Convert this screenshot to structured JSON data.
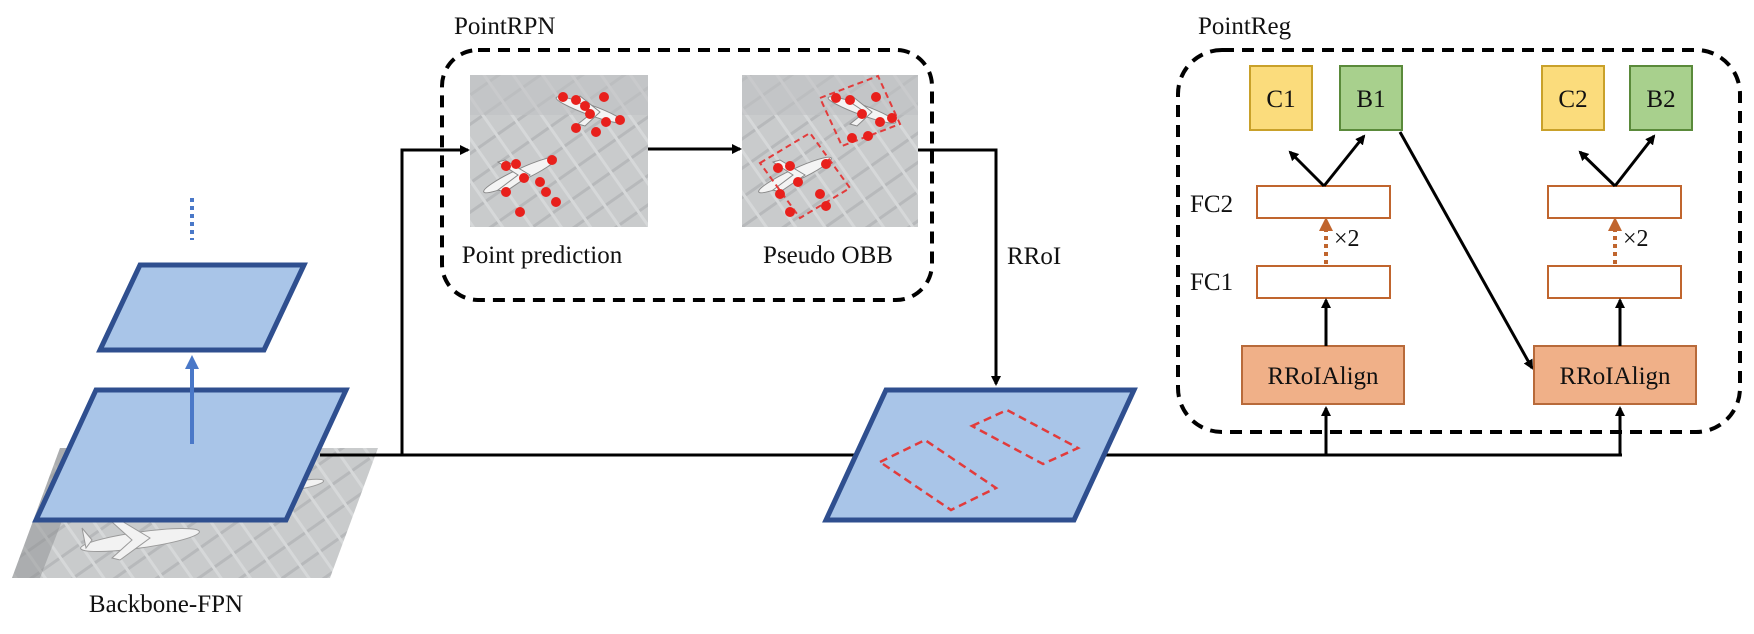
{
  "labels": {
    "backbone": "Backbone-FPN",
    "pointrpn": "PointRPN",
    "pointreg": "PointReg",
    "point_prediction": "Point prediction",
    "pseudo_obb": "Pseudo OBB",
    "rroi": "RRoI",
    "fc1": "FC1",
    "fc2": "FC2",
    "times2_a": "×2",
    "times2_b": "×2",
    "c1": "C1",
    "b1": "B1",
    "c2": "C2",
    "b2": "B2",
    "rroialign_1": "RRoIAlign",
    "rroialign_2": "RRoIAlign"
  },
  "colors": {
    "fpn_fill": "#a9c5e8",
    "fpn_stroke": "#2f4f8f",
    "arrow_blue": "#4a78c8",
    "cls_fill": "#fbdc7c",
    "cls_stroke": "#c9a12a",
    "box_fill": "#a8d08d",
    "box_stroke": "#5a8a3a",
    "align_fill": "#f0b088",
    "align_stroke": "#b86a3a",
    "fc_stroke": "#c0652e",
    "dashed_red": "#e23b3b",
    "dot_red": "#e8201c"
  },
  "icons": [
    "aerial-airport-image",
    "keypoint-dot",
    "oriented-box"
  ]
}
